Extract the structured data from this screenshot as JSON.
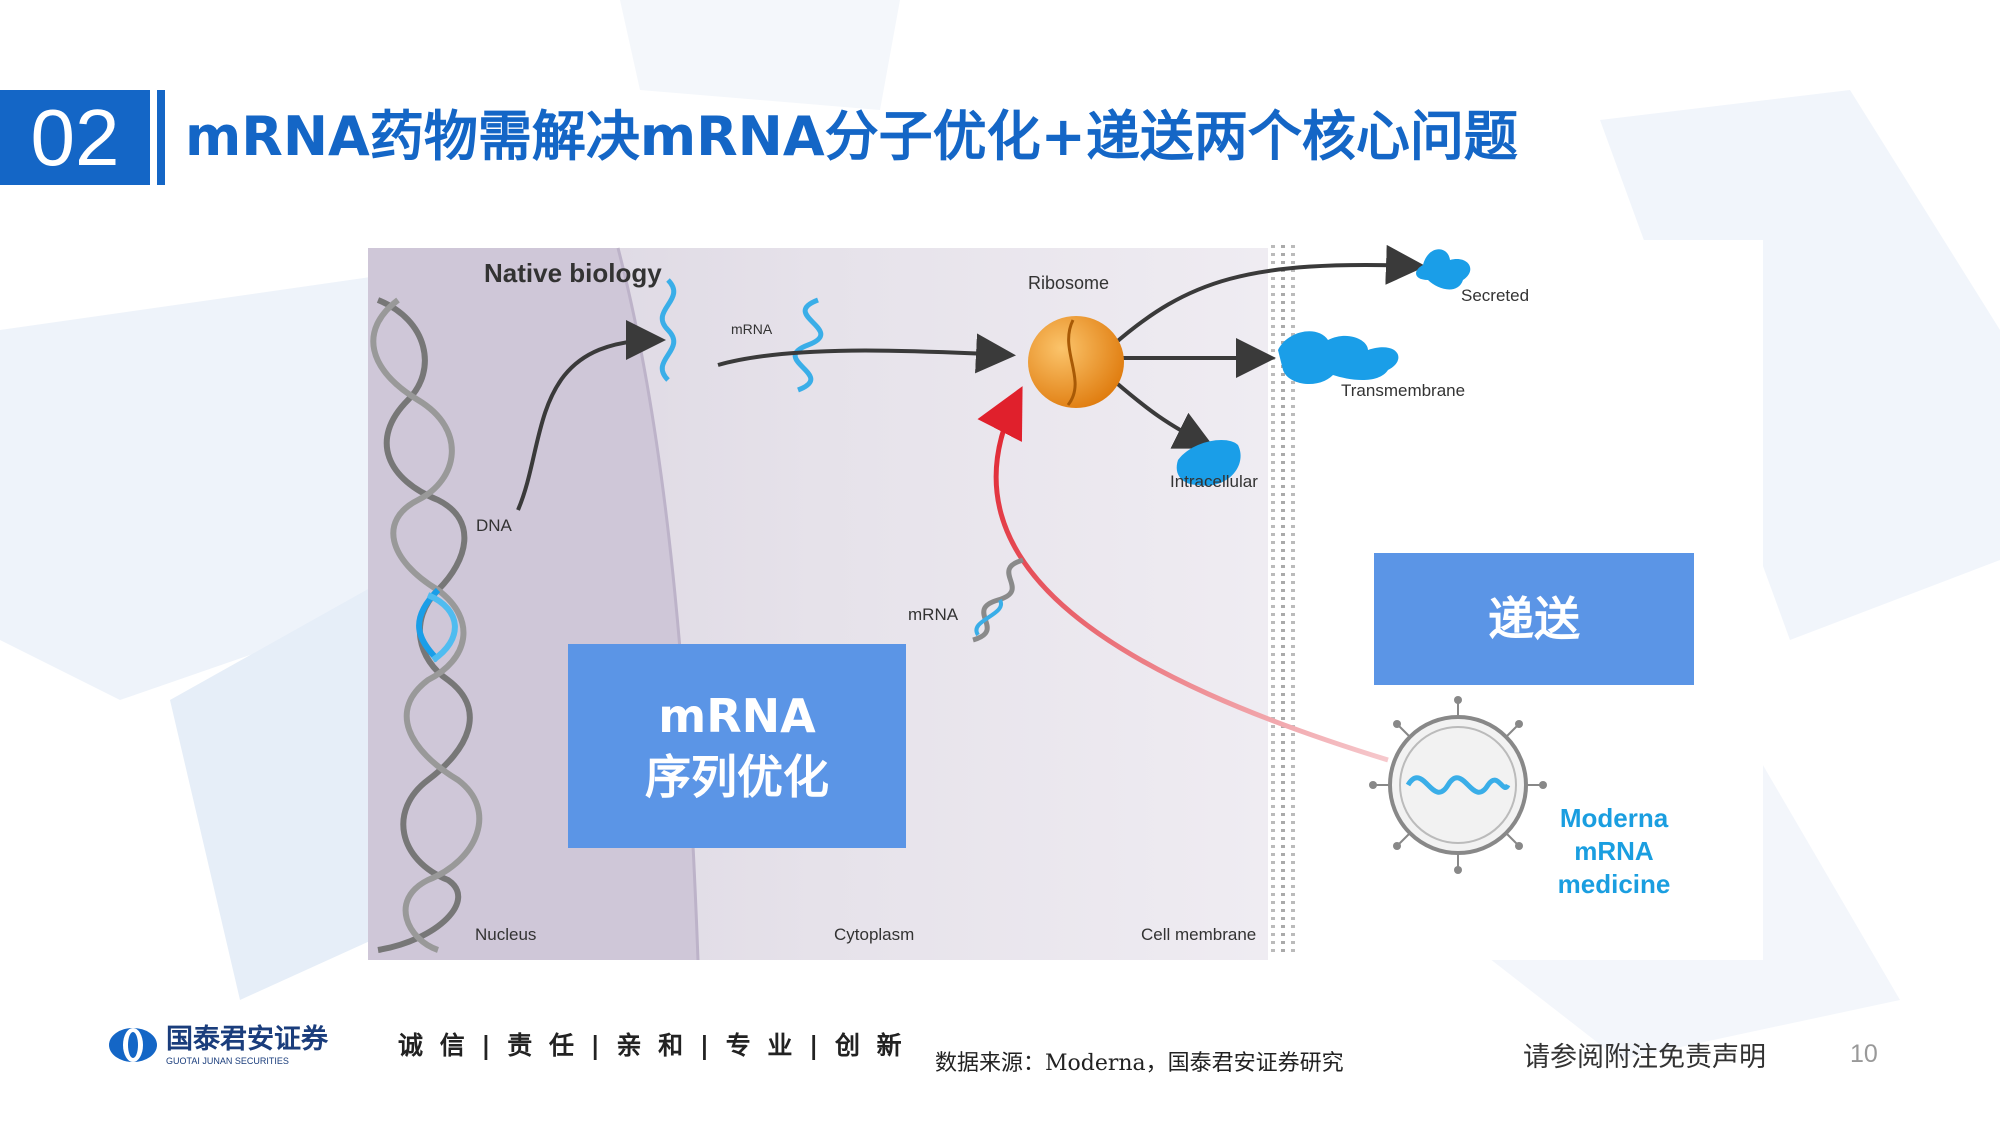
{
  "header": {
    "section_number": "02",
    "title": "mRNA药物需解决mRNA分子优化+递送两个核心问题"
  },
  "diagram": {
    "heading": "Native biology",
    "labels": {
      "dna": "DNA",
      "mrna_top": "mRNA",
      "ribosome": "Ribosome",
      "secreted": "Secreted",
      "transmembrane": "Transmembrane",
      "intracellular": "Intracellular",
      "mrna_mid": "mRNA",
      "nucleus": "Nucleus",
      "cytoplasm": "Cytoplasm",
      "cell_membrane": "Cell membrane",
      "moderna_line1": "Moderna",
      "moderna_line2": "mRNA",
      "moderna_line3": "medicine"
    },
    "boxes": {
      "delivery": "递送",
      "optimization_line1": "mRNA",
      "optimization_line2": "序列优化"
    },
    "colors": {
      "box_blue": "#5b95e6",
      "ribosome": "#ee8e1b",
      "protein": "#1a9ee8",
      "delivery_arrow": "#e0202c",
      "moderna_text": "#1a9ee0"
    }
  },
  "footer": {
    "logo_text": "国泰君安证券",
    "logo_subtext": "GUOTAI JUNAN SECURITIES",
    "slogan": "诚 信 | 责 任 | 亲 和 | 专 业 | 创 新",
    "source": "数据来源：Moderna，国泰君安证券研究",
    "disclaimer": "请参阅附注免责声明",
    "page_number": "10"
  }
}
